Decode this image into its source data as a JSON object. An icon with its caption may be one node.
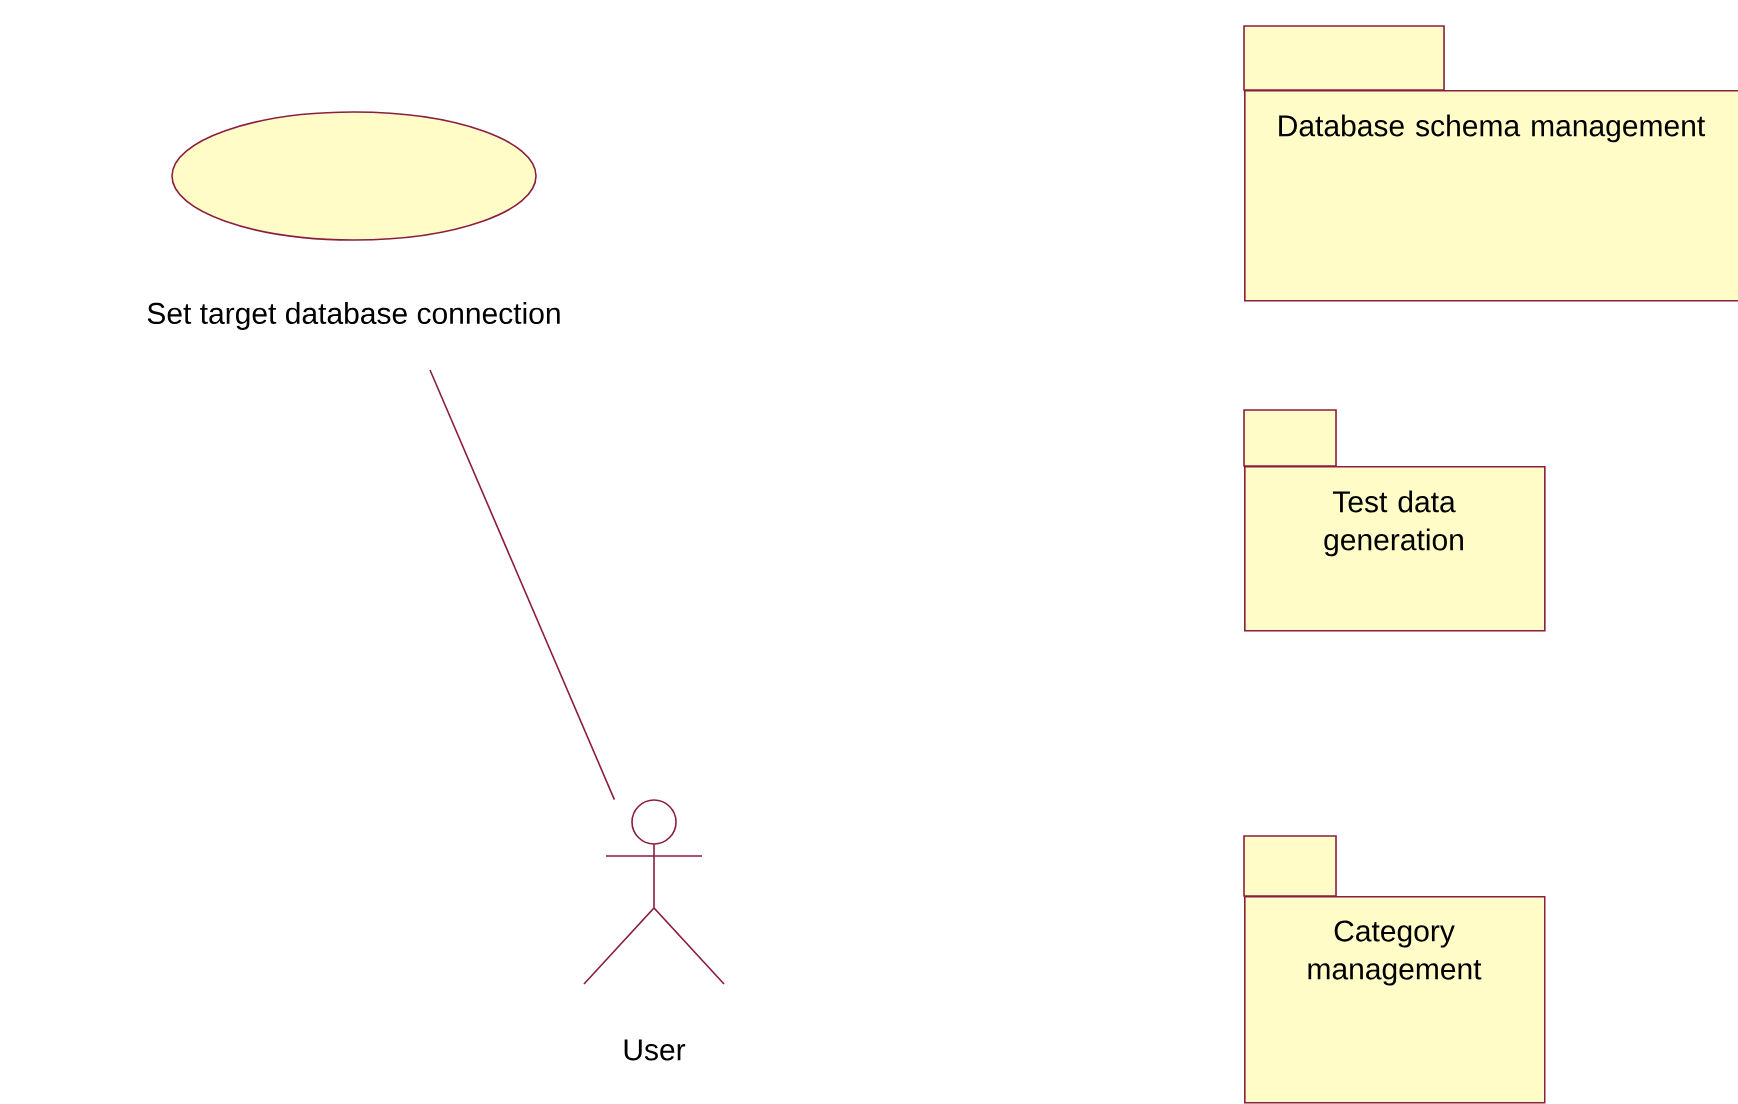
{
  "diagram": {
    "nodes": [
      {
        "text": [
          "Set target database connection"
        ]
      },
      {
        "text": [
          "User"
        ]
      },
      {
        "text": [
          "Database schema management"
        ]
      },
      {
        "text": [
          "Test data generation"
        ]
      },
      {
        "text": [
          "Category management"
        ]
      }
    ],
    "edges": [
      {
        "from": 0,
        "to": 1,
        "arrow": "none"
      }
    ]
  }
}
